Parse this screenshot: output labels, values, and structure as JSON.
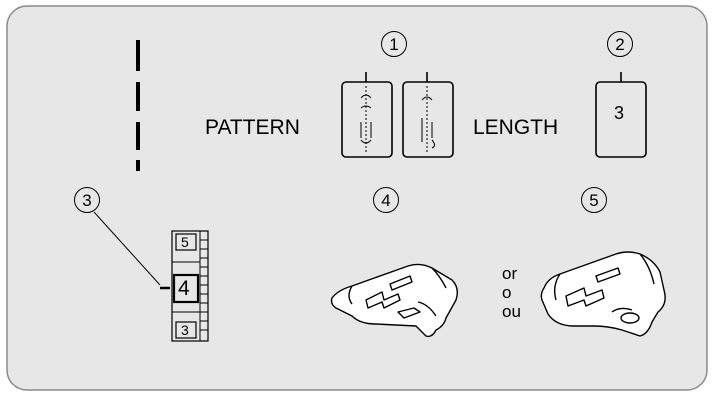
{
  "callouts": {
    "c1": "1",
    "c2": "2",
    "c3": "3",
    "c4": "4",
    "c5": "5"
  },
  "labels": {
    "pattern": "PATTERN",
    "length": "LENGTH"
  },
  "length_window": {
    "value": "3"
  },
  "dial": {
    "top": "5",
    "current": "4",
    "bottom": "3"
  },
  "alternatives": [
    "or",
    "o",
    "ou"
  ],
  "icons": {
    "straight_stitch": "dashed-line-icon",
    "pattern_a": "straight-stitch-pattern-icon",
    "pattern_b": "straight-stitch-pattern-icon",
    "foot_zigzag": "zigzag-presser-foot-icon",
    "foot_zipper": "straight-stitch-presser-foot-icon"
  },
  "colors": {
    "panel": "#e7e7e7",
    "stroke": "#000000"
  }
}
